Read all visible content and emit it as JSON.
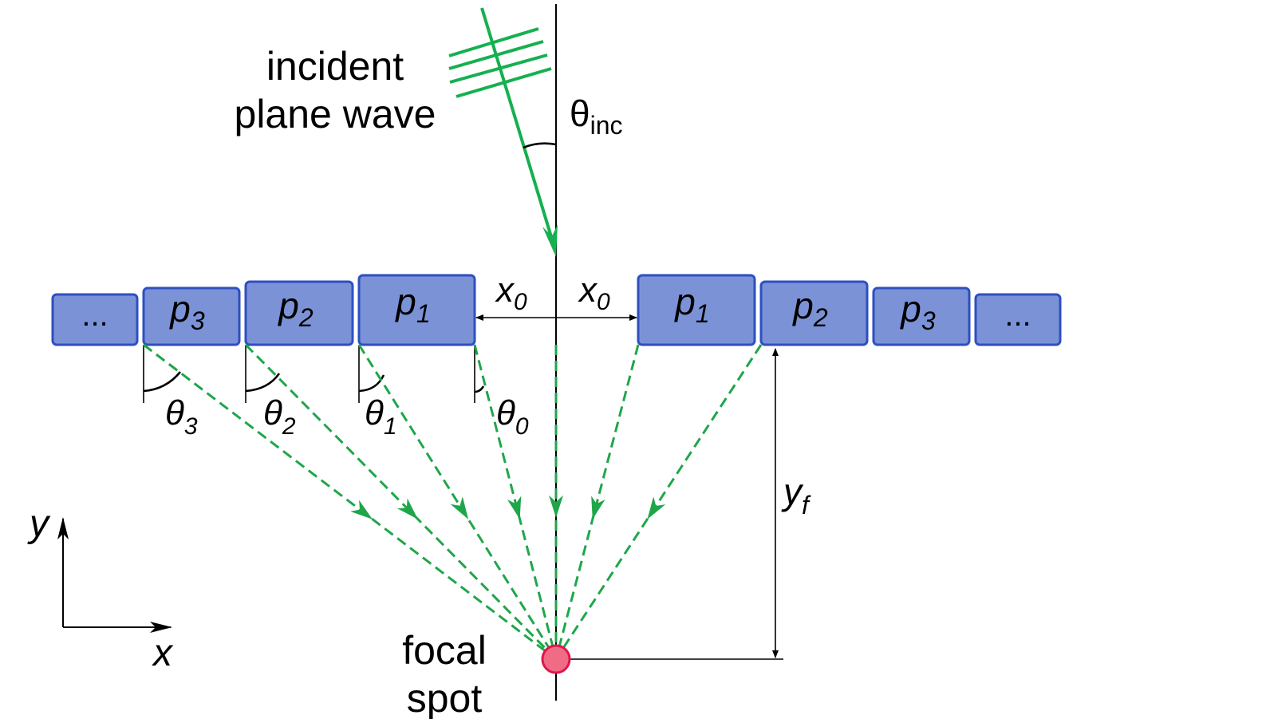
{
  "labels": {
    "incident_line1": "incident",
    "incident_line2": "plane wave",
    "theta_symbol": "θ",
    "theta_inc_sub": "inc",
    "x0_main": "x",
    "x0_sub": "0",
    "yf_main": "y",
    "yf_sub": "f",
    "axis_y": "y",
    "axis_x": "x",
    "focal_line1": "focal",
    "focal_line2": "spot"
  },
  "cells_left": [
    {
      "main": "",
      "sub": "",
      "text": "..."
    },
    {
      "main": "p",
      "sub": "3"
    },
    {
      "main": "p",
      "sub": "2"
    },
    {
      "main": "p",
      "sub": "1"
    }
  ],
  "cells_right": [
    {
      "main": "p",
      "sub": "1"
    },
    {
      "main": "p",
      "sub": "2"
    },
    {
      "main": "p",
      "sub": "3"
    },
    {
      "main": "",
      "sub": "",
      "text": "..."
    }
  ],
  "angles": [
    {
      "main": "θ",
      "sub": "3"
    },
    {
      "main": "θ",
      "sub": "2"
    },
    {
      "main": "θ",
      "sub": "1"
    },
    {
      "main": "θ",
      "sub": "0"
    }
  ],
  "colors": {
    "cell_fill": "#7b93d6",
    "cell_stroke": "#2e4fc1",
    "wave_green": "#16b050",
    "ray_green": "#1fa64a",
    "focal_fill": "#f06b86",
    "focal_stroke": "#e0154a"
  }
}
